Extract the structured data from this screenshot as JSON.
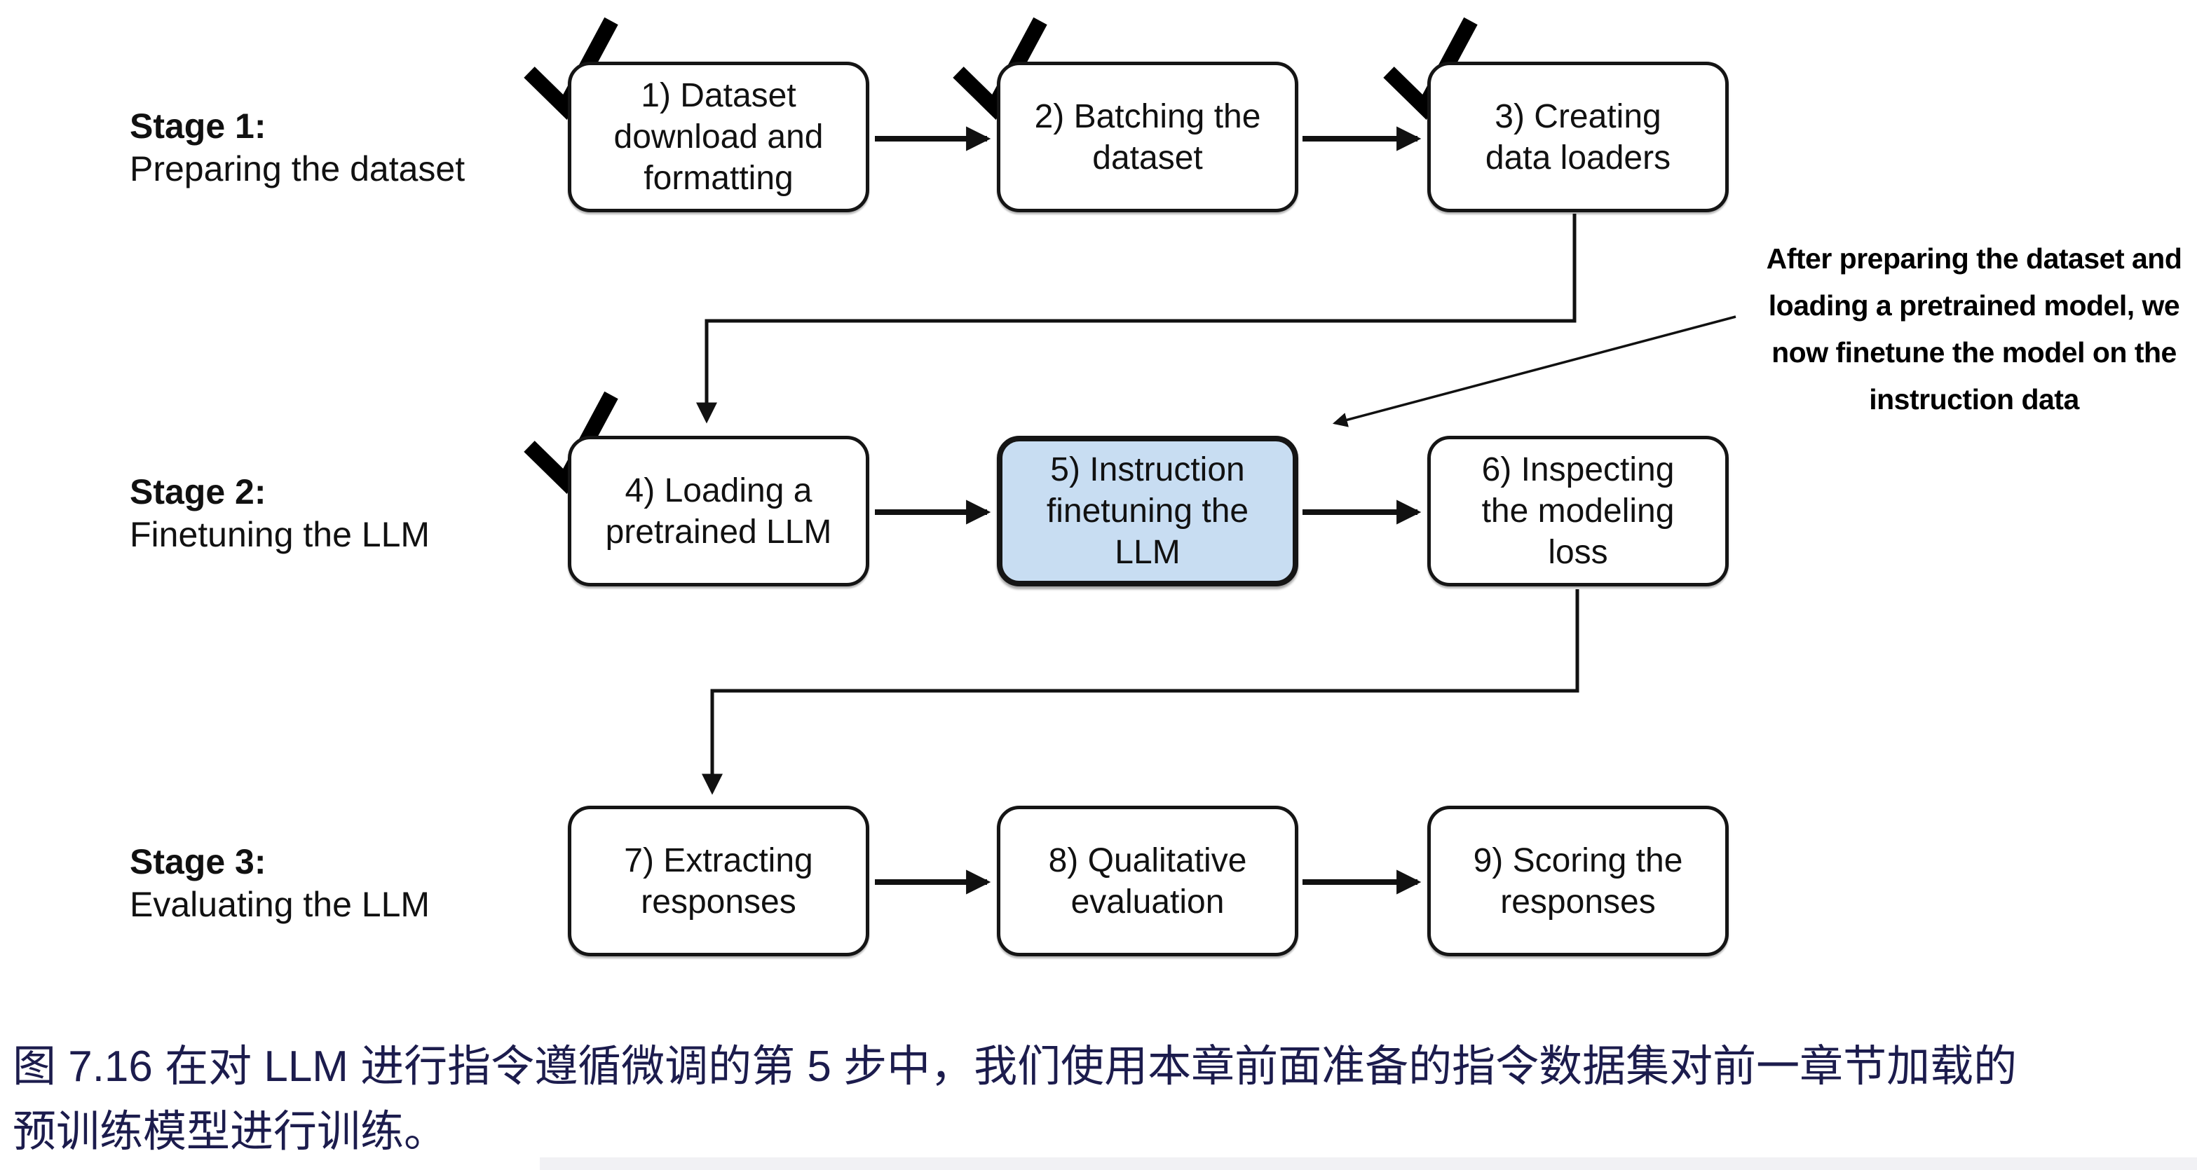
{
  "figure": {
    "stages": [
      {
        "title": "Stage 1:",
        "subtitle": "Preparing the dataset"
      },
      {
        "title": "Stage 2:",
        "subtitle": "Finetuning the LLM"
      },
      {
        "title": "Stage 3:",
        "subtitle": "Evaluating the LLM"
      }
    ],
    "boxes": [
      {
        "text": "1) Dataset\ndownload and\nformatting",
        "checked": true,
        "highlighted": false
      },
      {
        "text": "2) Batching the\ndataset",
        "checked": true,
        "highlighted": false
      },
      {
        "text": "3) Creating\ndata loaders",
        "checked": true,
        "highlighted": false
      },
      {
        "text": "4) Loading a\npretrained LLM",
        "checked": true,
        "highlighted": false
      },
      {
        "text": "5) Instruction\nfinetuning the\nLLM",
        "checked": false,
        "highlighted": true
      },
      {
        "text": "6) Inspecting\nthe modeling\nloss",
        "checked": false,
        "highlighted": false
      },
      {
        "text": "7) Extracting\nresponses",
        "checked": false,
        "highlighted": false
      },
      {
        "text": "8) Qualitative\nevaluation",
        "checked": false,
        "highlighted": false
      },
      {
        "text": "9) Scoring the\nresponses",
        "checked": false,
        "highlighted": false
      }
    ],
    "annotation": "After preparing the dataset and\nloading a pretrained model, we\nnow finetune the model on the\ninstruction data",
    "caption": "图 7.16 在对 LLM 进行指令遵循微调的第 5 步中，我们使用本章前面准备的指令数据集对前一章节加载的\n预训练模型进行训练。",
    "colors": {
      "highlight_fill": "#c8ddf2",
      "caption_text": "#1c1c4d",
      "line": "#111111"
    }
  }
}
